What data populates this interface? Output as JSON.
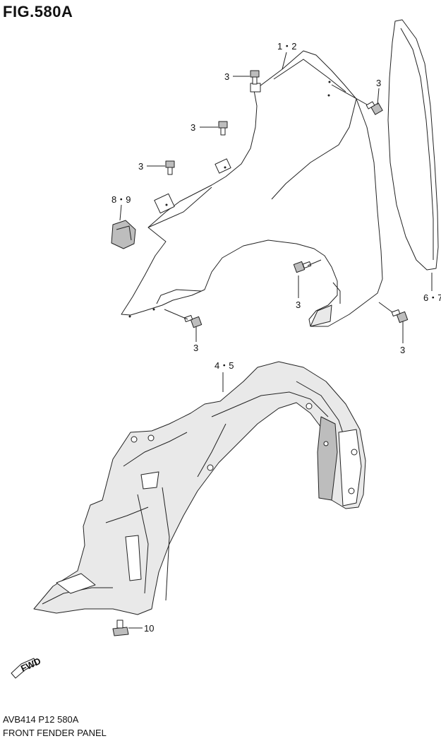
{
  "figure": {
    "title": "FIG.580A",
    "code": "AVB414 P12 580A",
    "name": "FRONT FENDER PANEL"
  },
  "callouts": {
    "fender": "1・2",
    "bolt": "3",
    "inner_fender": "4・5",
    "garnish": "6・7",
    "bracket": "8・9",
    "clip": "10"
  },
  "fwd_label": "FWD"
}
